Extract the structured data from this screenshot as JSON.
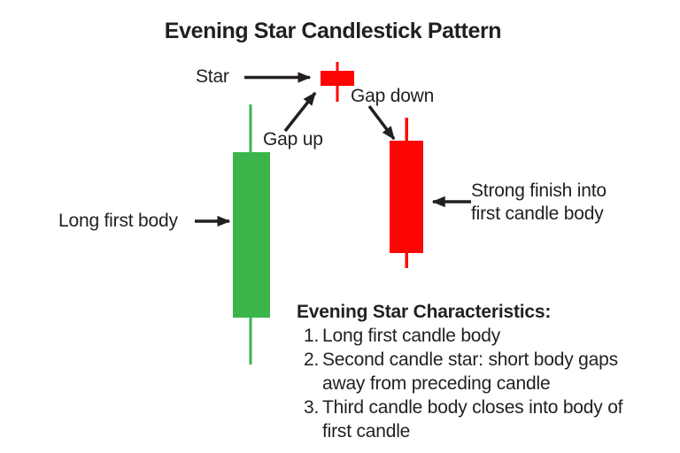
{
  "title": "Evening Star Candlestick Pattern",
  "colors": {
    "green": "#3bb54a",
    "red": "#fe0505",
    "ink": "#231f20"
  },
  "diagram": {
    "labels": {
      "star": "Star",
      "gap_up": "Gap up",
      "gap_down": "Gap down",
      "long_first_body": "Long first body",
      "strong_finish": {
        "line1": "Strong finish into",
        "line2": "first candle body"
      }
    },
    "candles": {
      "first": {
        "color": "#3bb54a",
        "direction": "bullish"
      },
      "star": {
        "color": "#fe0505",
        "direction": "star"
      },
      "third": {
        "color": "#fe0505",
        "direction": "bearish"
      }
    }
  },
  "characteristics": {
    "heading": "Evening Star Characteristics:",
    "items": [
      {
        "number": "1.",
        "lines": [
          "Long first candle body"
        ]
      },
      {
        "number": "2.",
        "lines": [
          "Second candle star: short body gaps",
          "away from preceding candle"
        ]
      },
      {
        "number": "3.",
        "lines": [
          "Third candle body closes into body of",
          "first candle"
        ]
      }
    ]
  }
}
